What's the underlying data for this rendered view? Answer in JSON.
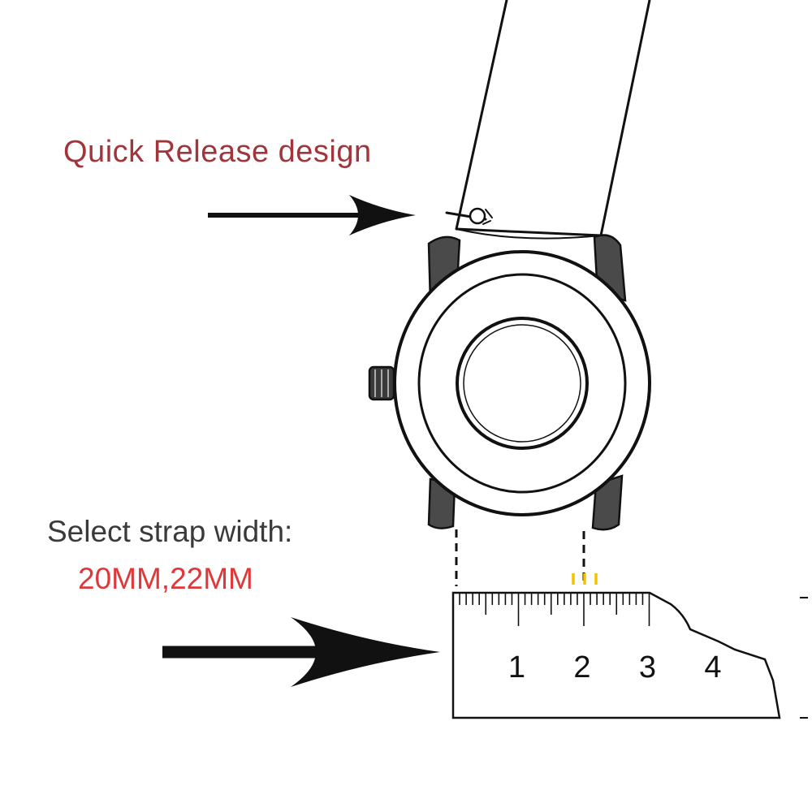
{
  "diagram": {
    "quick_release_label": "Quick Release design",
    "select_width_label": "Select strap width:",
    "sizes_label": "20MM,22MM",
    "ruler_numbers": [
      "1",
      "2",
      "3",
      "4"
    ]
  },
  "colors": {
    "quick_release": "#a0363c",
    "sizes": "#e0383a",
    "select_label": "#3a3a3a",
    "marker": "#f2c200",
    "ink": "#111111"
  },
  "icons": [
    "arrow-right-icon",
    "watch-icon",
    "ruler-icon"
  ]
}
